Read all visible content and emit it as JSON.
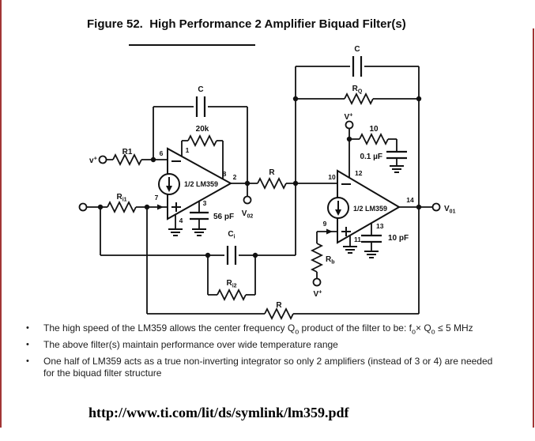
{
  "page": {
    "title": "Figure 52.  High Performance 2 Amplifier Biquad Filter(s)",
    "source_url": "http://www.ti.com/lit/ds/symlink/lm359.pdf",
    "border_color": "#a23636",
    "ink_color": "#111111",
    "background_color": "#ffffff"
  },
  "schematic": {
    "ic": "LM359",
    "labels": {
      "vplus_left": {
        "main": "v",
        "sup": "+"
      },
      "vplus_top": {
        "main": "V",
        "sup": "+"
      },
      "vplus_bottom": {
        "main": "V",
        "sup": "+"
      },
      "r1": "R1",
      "ri1": {
        "main": "R",
        "sub": "i1"
      },
      "ri2": {
        "main": "R",
        "sub": "i2"
      },
      "r_feedback_20k": "20k",
      "c_amp1": "C",
      "c_top": "C",
      "c_i": {
        "main": "C",
        "sub": "i"
      },
      "r_q": {
        "main": "R",
        "sub": "Q"
      },
      "r_b": {
        "main": "R",
        "sub": "b"
      },
      "r_mid": "R",
      "r_bottom": "R",
      "r_bypass_10": "10",
      "cap_56pf": "56 pF",
      "cap_10pf": "10 pF",
      "cap_01uf": "0.1 µF",
      "amp1_name": "1/2 LM359",
      "amp2_name": "1/2 LM359",
      "v_out1": {
        "main": "V",
        "sub": "01"
      },
      "v_out2": {
        "main": "V",
        "sub": "02"
      }
    },
    "pins": {
      "p1": "1",
      "p2": "2",
      "p3": "3",
      "p4": "4",
      "p6": "6",
      "p7": "7",
      "p8": "8",
      "p9": "9",
      "p10": "10",
      "p11": "11",
      "p12": "12",
      "p13": "13",
      "p14": "14"
    }
  },
  "notes": {
    "marker": "•",
    "items": [
      {
        "segments": [
          {
            "t": "The high speed of the LM359 allows the center frequency Q"
          },
          {
            "t": "o",
            "sub": true
          },
          {
            "t": " product of the filter to be: f"
          },
          {
            "t": "o",
            "sub": true
          },
          {
            "t": "× Q"
          },
          {
            "t": "o",
            "sub": true
          },
          {
            "t": " ≤ 5 MHz"
          }
        ]
      },
      {
        "segments": [
          {
            "t": "The above filter(s) maintain performance over wide temperature range"
          }
        ]
      },
      {
        "segments": [
          {
            "t": "One half of LM359 acts as a true non-inverting integrator so only 2 amplifiers (instead of 3 or 4) are needed for the biquad filter structure"
          }
        ]
      }
    ]
  }
}
